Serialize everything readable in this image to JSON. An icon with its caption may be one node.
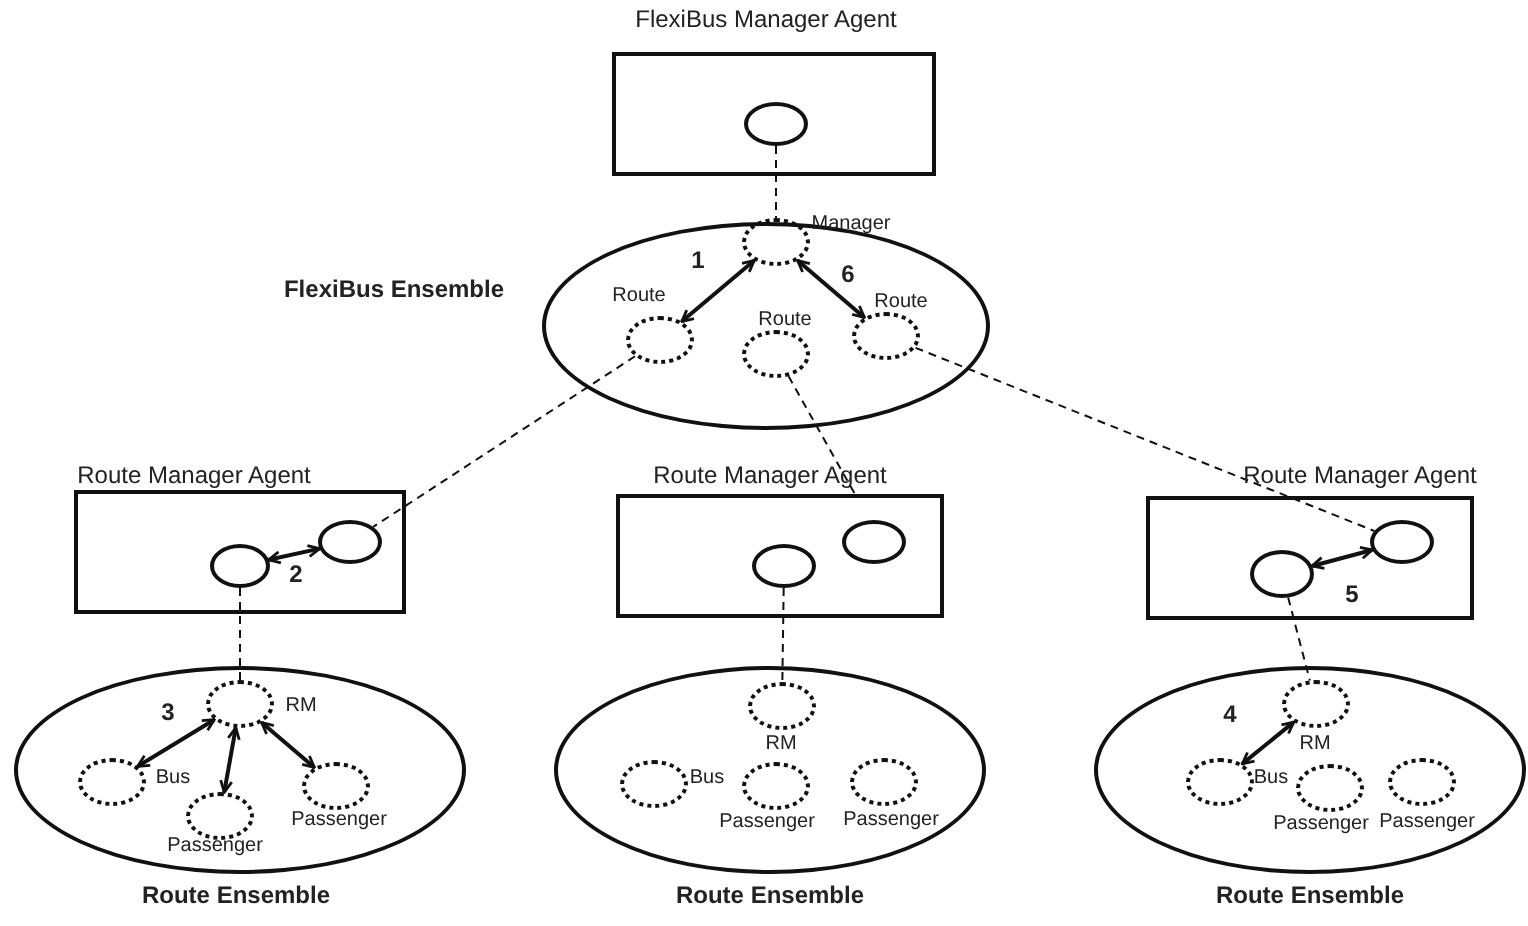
{
  "diagram": {
    "nodes": [
      {
        "text": [
          "FlexiBus Manager Agent"
        ]
      },
      {
        "text": [],
        "shape": "ellipse",
        "in": 0
      },
      {
        "text": [
          "FlexiBus Ensemble"
        ]
      },
      {
        "text": [
          "Manager"
        ],
        "in": 2
      },
      {
        "text": [
          "Route"
        ],
        "in": 2
      },
      {
        "text": [
          "Route"
        ],
        "in": 2
      },
      {
        "text": [
          "Route"
        ],
        "in": 2
      },
      {
        "text": [
          "Route Manager Agent"
        ]
      },
      {
        "text": [],
        "shape": "ellipse",
        "in": 7
      },
      {
        "text": [],
        "shape": "ellipse",
        "in": 7
      },
      {
        "text": [
          "Route Ensemble"
        ]
      },
      {
        "text": [
          "RM"
        ],
        "in": 10
      },
      {
        "text": [
          "Bus"
        ],
        "in": 10
      },
      {
        "text": [
          "Passenger"
        ],
        "in": 10
      },
      {
        "text": [
          "Passenger"
        ],
        "in": 10
      },
      {
        "text": [
          "Route Manager Agent"
        ]
      },
      {
        "text": [],
        "shape": "ellipse",
        "in": 15
      },
      {
        "text": [],
        "shape": "ellipse",
        "in": 15
      },
      {
        "text": [
          "Route Ensemble"
        ]
      },
      {
        "text": [
          "RM"
        ],
        "in": 18
      },
      {
        "text": [
          "Bus"
        ],
        "in": 18
      },
      {
        "text": [
          "Passenger"
        ],
        "in": 18
      },
      {
        "text": [
          "Passenger"
        ],
        "in": 18
      },
      {
        "text": [
          "Route Manager Agent"
        ]
      },
      {
        "text": [],
        "shape": "ellipse",
        "in": 23
      },
      {
        "text": [],
        "shape": "ellipse",
        "in": 23
      },
      {
        "text": [
          "Route Ensemble"
        ]
      },
      {
        "text": [
          "RM"
        ],
        "in": 26
      },
      {
        "text": [
          "Bus"
        ],
        "in": 26
      },
      {
        "text": [
          "Passenger"
        ],
        "in": 26
      },
      {
        "text": [
          "Passenger"
        ],
        "in": 26
      }
    ],
    "edges": [
      {
        "from": 1,
        "to": 3,
        "arrow": "none",
        "style": "dashed"
      },
      {
        "from": 3,
        "to": 4,
        "arrow": "both",
        "label": "1"
      },
      {
        "from": 3,
        "to": 6,
        "arrow": "both",
        "label": "6"
      },
      {
        "from": 4,
        "to": 9,
        "arrow": "none",
        "style": "dashed"
      },
      {
        "from": 5,
        "to": 15,
        "arrow": "none",
        "style": "dashed"
      },
      {
        "from": 6,
        "to": 25,
        "arrow": "none",
        "style": "dashed"
      },
      {
        "from": 8,
        "to": 9,
        "arrow": "both",
        "label": "2"
      },
      {
        "from": 8,
        "to": 11,
        "arrow": "none",
        "style": "dashed"
      },
      {
        "from": 11,
        "to": 12,
        "arrow": "both",
        "label": "3"
      },
      {
        "from": 11,
        "to": 13,
        "arrow": "both"
      },
      {
        "from": 11,
        "to": 14,
        "arrow": "both"
      },
      {
        "from": 16,
        "to": 19,
        "arrow": "none",
        "style": "dashed"
      },
      {
        "from": 24,
        "to": 25,
        "arrow": "both",
        "label": "5"
      },
      {
        "from": 24,
        "to": 27,
        "arrow": "none",
        "style": "dashed"
      },
      {
        "from": 27,
        "to": 28,
        "arrow": "both",
        "label": "4"
      }
    ]
  }
}
